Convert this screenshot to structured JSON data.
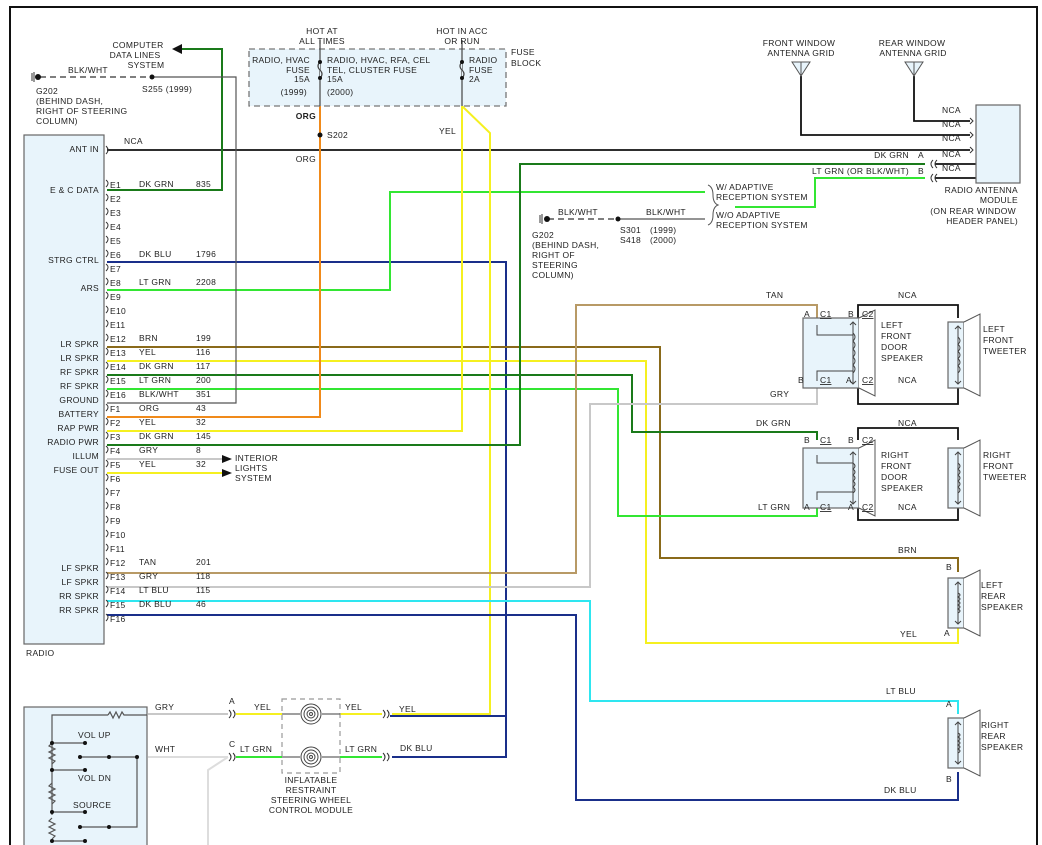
{
  "colors": {
    "DK GRN": "#1a7a1a",
    "LT GRN": "#33e633",
    "DK BLU": "#1a2f8a",
    "LT BLU": "#2ee6f0",
    "YEL": "#f5f020",
    "ORG": "#f08a1a",
    "BRN": "#8a6a1a",
    "TAN": "#b89a66",
    "GRY": "#c8c8c8",
    "WHT": "#dddddd",
    "BLK": "#111111",
    "BLK/WHT": "#555555",
    "box_fill": "#e8f4fb"
  },
  "radio": {
    "label": "RADIO",
    "ant_in": {
      "label": "ANT IN",
      "wire": "NCA"
    },
    "pins": [
      {
        "pin": "E1",
        "func": "E & C DATA",
        "color": "DK GRN",
        "circuit": "835"
      },
      {
        "pin": "E2",
        "func": "",
        "color": "",
        "circuit": ""
      },
      {
        "pin": "E3",
        "func": "",
        "color": "",
        "circuit": ""
      },
      {
        "pin": "E4",
        "func": "",
        "color": "",
        "circuit": ""
      },
      {
        "pin": "E5",
        "func": "",
        "color": "",
        "circuit": ""
      },
      {
        "pin": "E6",
        "func": "STRG CTRL",
        "color": "DK BLU",
        "circuit": "1796"
      },
      {
        "pin": "E7",
        "func": "",
        "color": "",
        "circuit": ""
      },
      {
        "pin": "E8",
        "func": "ARS",
        "color": "LT GRN",
        "circuit": "2208"
      },
      {
        "pin": "E9",
        "func": "",
        "color": "",
        "circuit": ""
      },
      {
        "pin": "E10",
        "func": "",
        "color": "",
        "circuit": ""
      },
      {
        "pin": "E11",
        "func": "",
        "color": "",
        "circuit": ""
      },
      {
        "pin": "E12",
        "func": "LR SPKR",
        "color": "BRN",
        "circuit": "199"
      },
      {
        "pin": "E13",
        "func": "LR SPKR",
        "color": "YEL",
        "circuit": "116"
      },
      {
        "pin": "E14",
        "func": "RF SPKR",
        "color": "DK GRN",
        "circuit": "117"
      },
      {
        "pin": "E15",
        "func": "RF SPKR",
        "color": "LT GRN",
        "circuit": "200"
      },
      {
        "pin": "E16",
        "func": "GROUND",
        "color": "BLK/WHT",
        "circuit": "351"
      },
      {
        "pin": "F1",
        "func": "BATTERY",
        "color": "ORG",
        "circuit": "43"
      },
      {
        "pin": "F2",
        "func": "RAP PWR",
        "color": "YEL",
        "circuit": "32"
      },
      {
        "pin": "F3",
        "func": "RADIO PWR",
        "color": "DK GRN",
        "circuit": "145"
      },
      {
        "pin": "F4",
        "func": "ILLUM",
        "color": "GRY",
        "circuit": "8"
      },
      {
        "pin": "F5",
        "func": "FUSE OUT",
        "color": "YEL",
        "circuit": "32"
      },
      {
        "pin": "F6",
        "func": "",
        "color": "",
        "circuit": ""
      },
      {
        "pin": "F7",
        "func": "",
        "color": "",
        "circuit": ""
      },
      {
        "pin": "F8",
        "func": "",
        "color": "",
        "circuit": ""
      },
      {
        "pin": "F9",
        "func": "",
        "color": "",
        "circuit": ""
      },
      {
        "pin": "F10",
        "func": "",
        "color": "",
        "circuit": ""
      },
      {
        "pin": "F11",
        "func": "",
        "color": "",
        "circuit": ""
      },
      {
        "pin": "F12",
        "func": "LF SPKR",
        "color": "TAN",
        "circuit": "201"
      },
      {
        "pin": "F13",
        "func": "LF SPKR",
        "color": "GRY",
        "circuit": "118"
      },
      {
        "pin": "F14",
        "func": "RR SPKR",
        "color": "LT BLU",
        "circuit": "115"
      },
      {
        "pin": "F15",
        "func": "RR SPKR",
        "color": "DK BLU",
        "circuit": "46"
      },
      {
        "pin": "F16",
        "func": "",
        "color": "",
        "circuit": ""
      }
    ]
  },
  "computer_data": {
    "line1": "COMPUTER",
    "line2": "DATA LINES",
    "line3": "SYSTEM"
  },
  "ground_top": {
    "wire": "BLK/WHT",
    "splice": "S255 (1999)",
    "label": [
      "G202",
      "(BEHIND DASH,",
      "RIGHT OF STEERING",
      "COLUMN)"
    ]
  },
  "fuse_block": {
    "title": [
      "FUSE",
      "BLOCK"
    ],
    "hot_at_all_times": [
      "HOT AT",
      "ALL TIMES"
    ],
    "hot_in_acc": [
      "HOT IN ACC",
      "OR RUN"
    ],
    "fuse1": [
      "RADIO, HVAC",
      "FUSE",
      "15A",
      "(1999)"
    ],
    "fuse2": [
      "RADIO, HVAC, RFA, CEL",
      "TEL, CLUSTER FUSE",
      "15A",
      "(2000)"
    ],
    "fuse3": [
      "RADIO",
      "FUSE",
      "2A"
    ],
    "org_top": "ORG",
    "splice": "S202",
    "org_bottom": "ORG",
    "yel": "YEL"
  },
  "interior_lights": [
    "INTERIOR",
    "LIGHTS",
    "SYSTEM"
  ],
  "antenna": {
    "front": [
      "FRONT WINDOW",
      "ANTENNA GRID"
    ],
    "rear": [
      "REAR WINDOW",
      "ANTENNA GRID"
    ],
    "module": [
      "RADIO ANTENNA",
      "MODULE",
      "(ON REAR WINDOW",
      "HEADER PANEL)"
    ],
    "nca": [
      "NCA",
      "NCA",
      "NCA",
      "NCA",
      "NCA"
    ],
    "dk_grn": "DK GRN",
    "pin_a": "A",
    "lt_grn": "LT GRN (OR BLK/WHT)",
    "pin_b": "B"
  },
  "adaptive": {
    "with": [
      "W/ ADAPTIVE",
      "RECEPTION SYSTEM"
    ],
    "without": [
      "W/O ADAPTIVE",
      "RECEPTION SYSTEM"
    ]
  },
  "ground_mid": {
    "wire1": "BLK/WHT",
    "wire2": "BLK/WHT",
    "splice1": "S301",
    "year1": "(1999)",
    "splice2": "S418",
    "year2": "(2000)",
    "label": [
      "G202",
      "(BEHIND DASH,",
      "RIGHT OF",
      "STEERING",
      "COLUMN)"
    ]
  },
  "speakers": {
    "lf_door": {
      "name": [
        "LEFT",
        "FRONT",
        "DOOR",
        "SPEAKER"
      ],
      "in_wire": "TAN",
      "out_wire": "GRY"
    },
    "lf_tweeter": {
      "name": [
        "LEFT",
        "FRONT",
        "TWEETER"
      ]
    },
    "rf_door": {
      "name": [
        "RIGHT",
        "FRONT",
        "DOOR",
        "SPEAKER"
      ],
      "in_wire": "DK GRN",
      "out_wire": "LT GRN"
    },
    "rf_tweeter": {
      "name": [
        "RIGHT",
        "FRONT",
        "TWEETER"
      ]
    },
    "lr": {
      "name": [
        "LEFT",
        "REAR",
        "SPEAKER"
      ],
      "in_wire": "BRN",
      "out_wire": "YEL"
    },
    "rr": {
      "name": [
        "RIGHT",
        "REAR",
        "SPEAKER"
      ],
      "in_wire": "LT BLU",
      "out_wire": "DK BLU"
    },
    "nca": "NCA",
    "c1": "C1",
    "c2": "C2",
    "a": "A",
    "b": "B"
  },
  "steering": {
    "switches": [
      "VOL UP",
      "VOL DN",
      "SOURCE"
    ],
    "gry": "GRY",
    "wht": "WHT",
    "pin_a": "A",
    "pin_c": "C",
    "yel1": "YEL",
    "yel2": "YEL",
    "yel3": "YEL",
    "ltgrn1": "LT GRN",
    "ltgrn2": "LT GRN",
    "dkblu": "DK BLU",
    "module": [
      "INFLATABLE",
      "RESTRAINT",
      "STEERING WHEEL",
      "CONTROL MODULE"
    ]
  }
}
